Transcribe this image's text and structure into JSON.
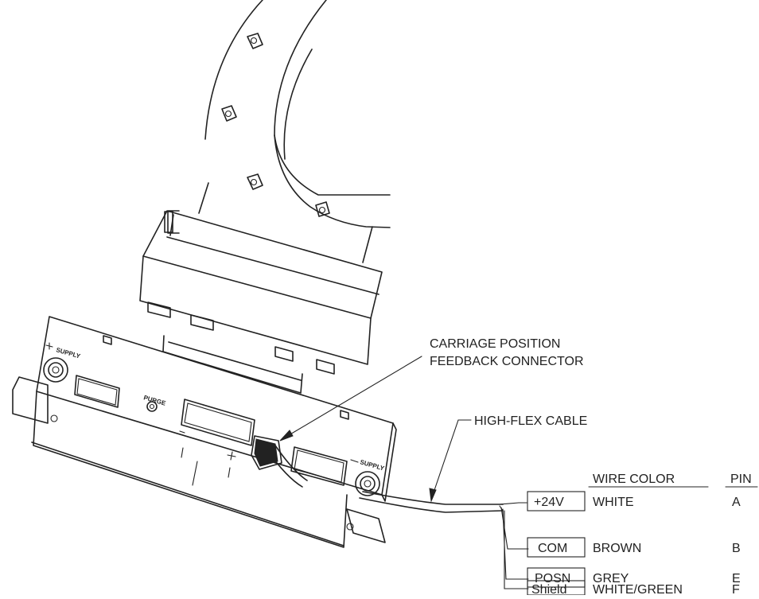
{
  "labels": {
    "connector_line1": "CARRIAGE POSITION",
    "connector_line2": "FEEDBACK CONNECTOR",
    "cable": "HIGH-FLEX CABLE"
  },
  "panel": {
    "supply_left": "SUPPLY",
    "purge": "PURGE",
    "supply_right": "SUPPLY"
  },
  "wire_table": {
    "header_color": "WIRE COLOR",
    "header_pin": "PIN",
    "rows": [
      {
        "signal": "+24V",
        "color": "WHITE",
        "pin": "A"
      },
      {
        "signal": "COM",
        "color": "BROWN",
        "pin": "B"
      },
      {
        "signal": "POSN",
        "color": "GREY",
        "pin": "E"
      },
      {
        "signal": "Shield",
        "color": "WHITE/GREEN",
        "pin": "F"
      }
    ]
  }
}
